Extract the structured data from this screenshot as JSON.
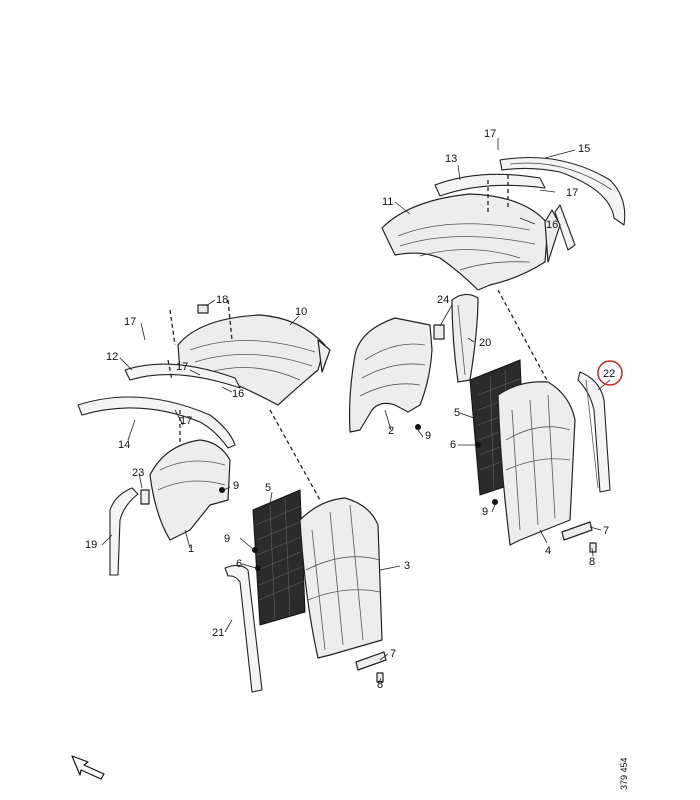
{
  "diagram": {
    "doc_number": "379 454",
    "callouts": {
      "c1": "1",
      "c2": "2",
      "c3": "3",
      "c4": "4",
      "c5a": "5",
      "c5b": "5",
      "c6a": "6",
      "c6b": "6",
      "c7a": "7",
      "c7b": "7",
      "c8a": "8",
      "c8b": "8",
      "c9a": "9",
      "c9b": "9",
      "c9c": "9",
      "c9d": "9",
      "c10": "10",
      "c11": "11",
      "c12": "12",
      "c13": "13",
      "c14": "14",
      "c15": "15",
      "c16a": "16",
      "c16b": "16",
      "c17a": "17",
      "c17b": "17",
      "c17c": "17",
      "c17d": "17",
      "c17e": "17",
      "c18": "18",
      "c19": "19",
      "c20": "20",
      "c21": "21",
      "c22": "22",
      "c23": "23",
      "c24": "24"
    },
    "highlighted_callout": "22",
    "highlight_color": "#c62828",
    "direction_icon": "arrow-front-icon"
  }
}
